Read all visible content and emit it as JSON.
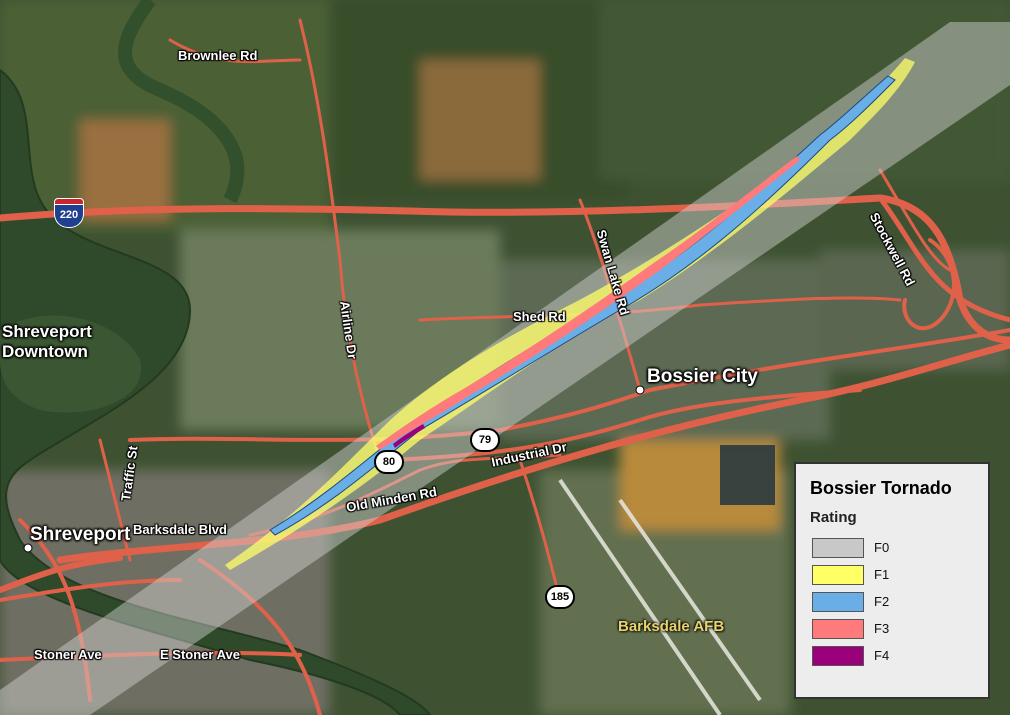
{
  "map": {
    "legend": {
      "title": "Bossier Tornado",
      "subtitle": "Rating",
      "items": [
        {
          "label": "F0",
          "color": "#c8c8c8"
        },
        {
          "label": "F1",
          "color": "#ffff66"
        },
        {
          "label": "F2",
          "color": "#6aaee8"
        },
        {
          "label": "F3",
          "color": "#ff7a7a"
        },
        {
          "label": "F4",
          "color": "#99007a"
        }
      ]
    },
    "places": {
      "bossier_city": "Bossier City",
      "shreveport": "Shreveport",
      "shreveport_downtown_line1": "Shreveport",
      "shreveport_downtown_line2": "Downtown",
      "barksdale_afb": "Barksdale AFB"
    },
    "roads": {
      "brownlee": "Brownlee Rd",
      "stockwell": "Stockwell Rd",
      "airline": "Airline Dr",
      "swan_lake": "Swan Lake Rd",
      "shed": "Shed Rd",
      "industrial": "Industrial Dr",
      "old_minden": "Old Minden Rd",
      "barksdale_blvd": "Barksdale Blvd",
      "traffic": "Traffic St",
      "stoner": "Stoner Ave",
      "e_stoner": "E Stoner Ave"
    },
    "shields": {
      "i220": "220",
      "us79": "79",
      "us80": "80",
      "la185": "185"
    },
    "colors": {
      "road": "#e0614a",
      "river_water": "#2f4a2a",
      "track_band": "#d8d8d8"
    }
  }
}
